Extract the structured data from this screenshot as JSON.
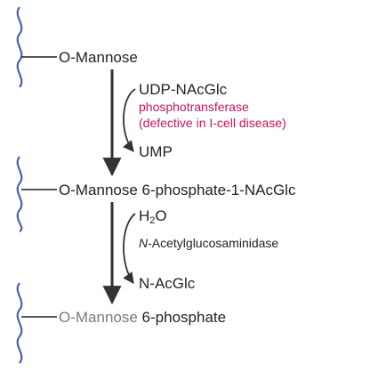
{
  "colors": {
    "wavy_line": "#4a5fa8",
    "connector": "#222222",
    "arrow": "#333333",
    "enzyme_text": "#c0185b",
    "muted_text": "#7a7a7a"
  },
  "substrates": {
    "s1": "O-Mannose",
    "s2": "O-Mannose 6-phosphate-1-NAcGlc",
    "s3_part1": "O-Mannose",
    "s3_part2": " 6-phosphate"
  },
  "step1": {
    "donor": "UDP-NAcGlc",
    "enzyme_line1": "phosphotransferase",
    "enzyme_line2": "(defective in I-cell disease)",
    "product": "UMP"
  },
  "step2": {
    "water_main": "H",
    "water_sub": "2",
    "water_end": "O",
    "enzyme_prefix": "N",
    "enzyme_rest": "-Acetylglucosaminidase",
    "product": "N-AcGlc"
  }
}
